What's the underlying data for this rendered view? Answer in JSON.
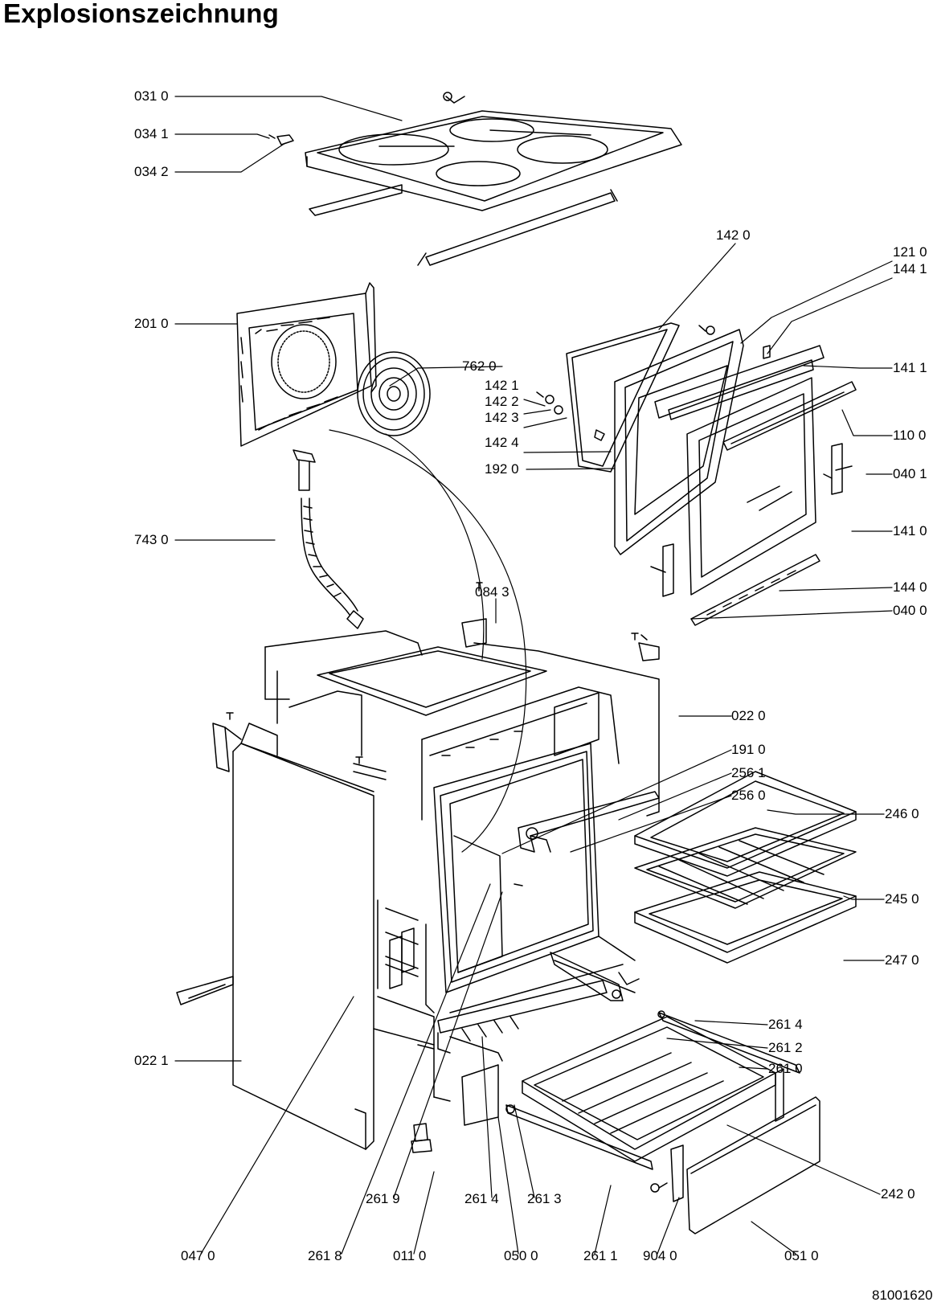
{
  "title": "Explosionszeichnung",
  "document_number": "81001620",
  "parts": {
    "p0310": "031 0",
    "p0341": "034 1",
    "p0342": "034 2",
    "p1420": "142 0",
    "p1210": "121 0",
    "p1441": "144 1",
    "p2010": "201 0",
    "p7620": "762 0",
    "p1421": "142 1",
    "p1422": "142 2",
    "p1423": "142 3",
    "p1424": "142 4",
    "p1411": "141 1",
    "p1100": "110 0",
    "p1920": "192 0",
    "p0401": "040 1",
    "p7430": "743 0",
    "p1410": "141 0",
    "p0843": "084 3",
    "p1440": "144 0",
    "p0400": "040 0",
    "p0220": "022 0",
    "p1910": "191 0",
    "p2561": "256 1",
    "p2560": "256 0",
    "p2460": "246 0",
    "p2450": "245 0",
    "p2470": "247 0",
    "p2614a": "261 4",
    "p2612": "261 2",
    "p2610": "261 0",
    "p0221": "022 1",
    "p2420": "242 0",
    "p2619": "261 9",
    "p2614b": "261 4",
    "p2613": "261 3",
    "p0470": "047 0",
    "p2618": "261 8",
    "p0110": "011 0",
    "p0500": "050 0",
    "p2611": "261 1",
    "p9040": "904 0",
    "p0510": "051 0"
  }
}
